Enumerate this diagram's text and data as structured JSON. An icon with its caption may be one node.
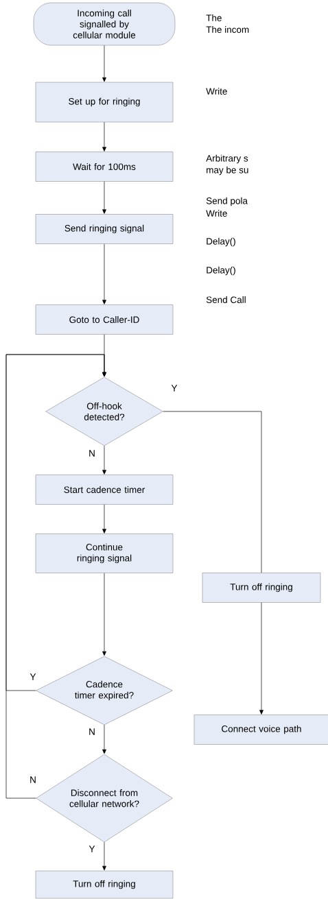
{
  "diagram": {
    "nodes": [
      {
        "text": [
          "Incoming call signalled by cellular module"
        ]
      },
      {
        "text": [
          "Set up for ringing"
        ]
      },
      {
        "text": [
          "Wait for 100ms"
        ]
      },
      {
        "text": [
          "Send ringing signal"
        ]
      },
      {
        "text": [
          "Goto to Caller-ID"
        ]
      },
      {
        "text": [
          "Off-hook detected?"
        ]
      },
      {
        "text": [
          "Start cadence timer"
        ]
      },
      {
        "text": [
          "Continue ringing signal"
        ]
      },
      {
        "text": [
          "Turn off ringing"
        ]
      },
      {
        "text": [
          "Cadence timer expired?"
        ]
      },
      {
        "text": [
          "Connect voice path"
        ]
      },
      {
        "text": [
          "Disconnect from cellular network?"
        ]
      },
      {
        "text": [
          "Turn off ringing"
        ]
      }
    ],
    "edges": [
      {
        "from": 0,
        "to": 1,
        "arrow": "to"
      },
      {
        "from": 1,
        "to": 2,
        "arrow": "to"
      },
      {
        "from": 2,
        "to": 3,
        "arrow": "to"
      },
      {
        "from": 3,
        "to": 4,
        "arrow": "to"
      },
      {
        "from": 4,
        "to": 5,
        "arrow": "to"
      },
      {
        "from": 5,
        "to": 6,
        "arrow": "to",
        "label": "N"
      },
      {
        "from": 5,
        "to": 8,
        "arrow": "none",
        "label": "Y"
      },
      {
        "from": 6,
        "to": 7,
        "arrow": "to"
      },
      {
        "from": 7,
        "to": 9,
        "arrow": "to"
      },
      {
        "from": 8,
        "to": 10,
        "arrow": "to"
      },
      {
        "from": 9,
        "to": 5,
        "arrow": "to",
        "label": "Y"
      },
      {
        "from": 9,
        "to": 11,
        "arrow": "to",
        "label": "N"
      },
      {
        "from": 11,
        "to": 5,
        "arrow": "to",
        "label": "N"
      },
      {
        "from": 11,
        "to": 12,
        "arrow": "to",
        "label": "Y"
      }
    ],
    "labels": [
      "The",
      "The incom",
      "Write",
      "Arbitrary s",
      "may be su",
      "Send pola",
      "Write",
      "Delay()",
      "Delay()",
      "Send Call"
    ]
  }
}
